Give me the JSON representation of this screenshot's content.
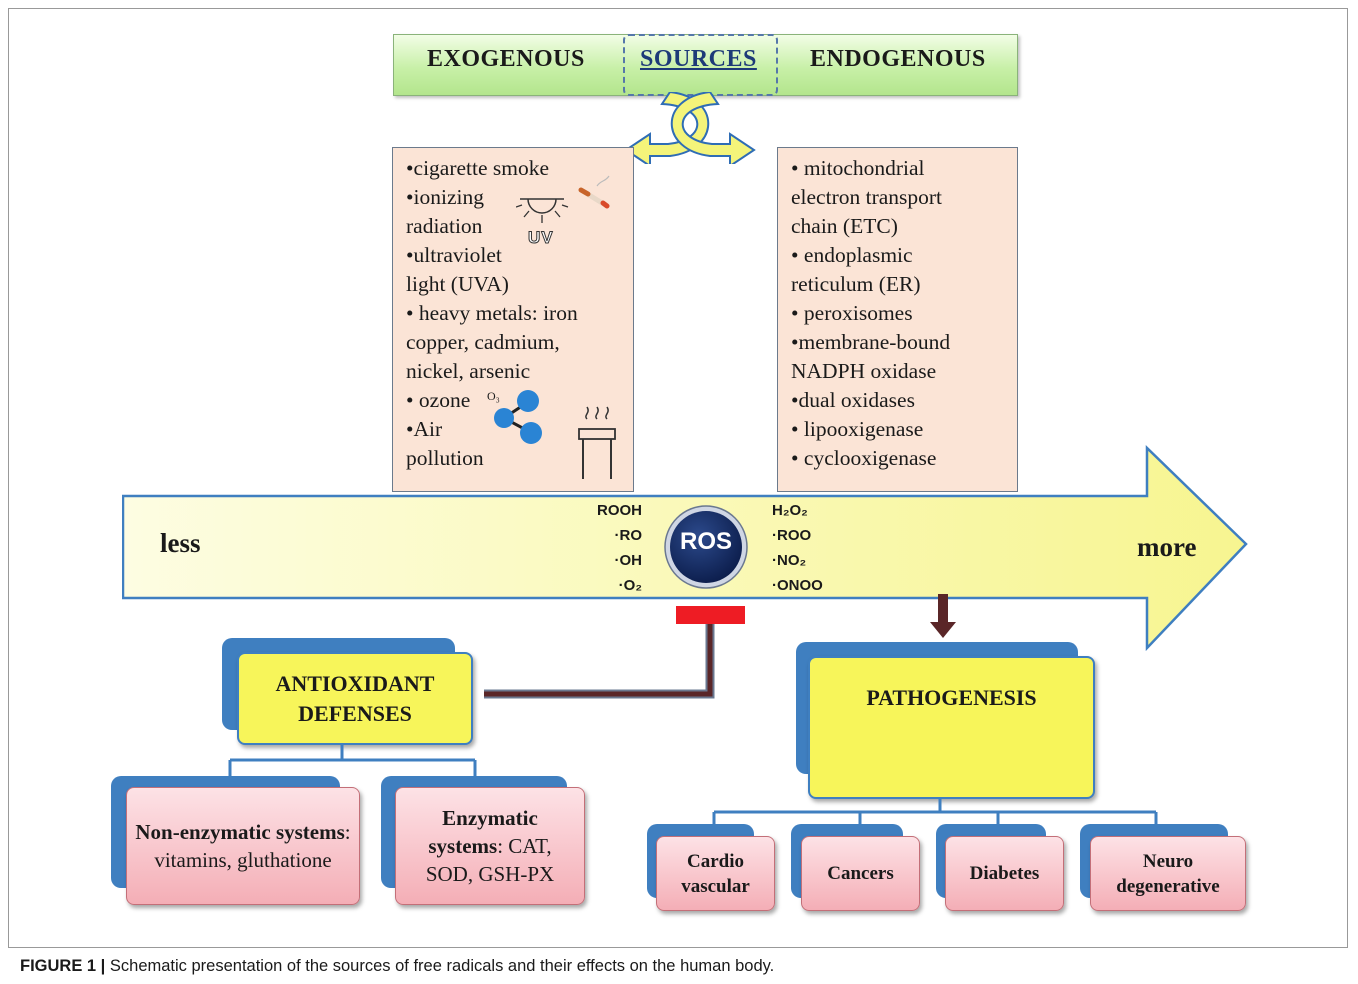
{
  "sources": {
    "exogenous_label": "EXOGENOUS",
    "title": "SOURCES",
    "endogenous_label": "ENDOGENOUS",
    "exogenous_items": [
      "•cigarette smoke",
      "•ionizing",
      "radiation",
      "•ultraviolet",
      "light (UVA)",
      "• heavy metals: iron",
      "copper, cadmium,",
      "nickel, arsenic",
      "• ozone",
      "•Air",
      " pollution"
    ],
    "endogenous_items": [
      "• mitochondrial",
      "electron transport",
      "chain (ETC)",
      "• endoplasmic",
      "reticulum  (ER)",
      "• peroxisomes",
      "•membrane-bound",
      "NADPH oxidase",
      "•dual oxidases",
      "• lipooxigenase",
      "• cyclooxigenase"
    ],
    "uv_label": "UV",
    "ozone_formula_sup": "O₃"
  },
  "ros": {
    "label": "ROS",
    "less_label": "less",
    "more_label": "more",
    "left_species": [
      "ROOH",
      "·RO",
      "·OH",
      "·O₂"
    ],
    "right_species": [
      "H₂O₂",
      "·ROO",
      "·NO₂",
      "·ONOO"
    ]
  },
  "defenses": {
    "title_line1": "ANTIOXIDANT",
    "title_line2": "DEFENSES",
    "nonenzymatic_bold": "Non-enzymatic systems",
    "nonenzymatic_rest": ": vitamins, gluthatione",
    "enzymatic_bold_line1": "Enzymatic",
    "enzymatic_bold_line2": "systems",
    "enzymatic_rest": ": CAT, SOD, GSH-PX"
  },
  "pathogenesis": {
    "title": "PATHOGENESIS",
    "diseases": [
      {
        "line1": "Cardio",
        "line2": "vascular"
      },
      {
        "line1": "Cancers",
        "line2": ""
      },
      {
        "line1": "Diabetes",
        "line2": ""
      },
      {
        "line1": "Neuro",
        "line2": "degenerative"
      }
    ]
  },
  "caption": {
    "label": "FIGURE 1 |",
    "text": " Schematic presentation of the sources of free radicals and their effects on the human body."
  },
  "colors": {
    "banner_green": "#c8f0a8",
    "source_box": "#fbe4d6",
    "arrow_yellow": "#fbfbc4",
    "box_yellow": "#f7f55a",
    "box_blue": "#3f7fc0",
    "pink": "#f4aeb6",
    "inhibit_red": "#ee1c24",
    "connector_dark": "#5a2628",
    "ros_navy": "#0b1c4a"
  }
}
